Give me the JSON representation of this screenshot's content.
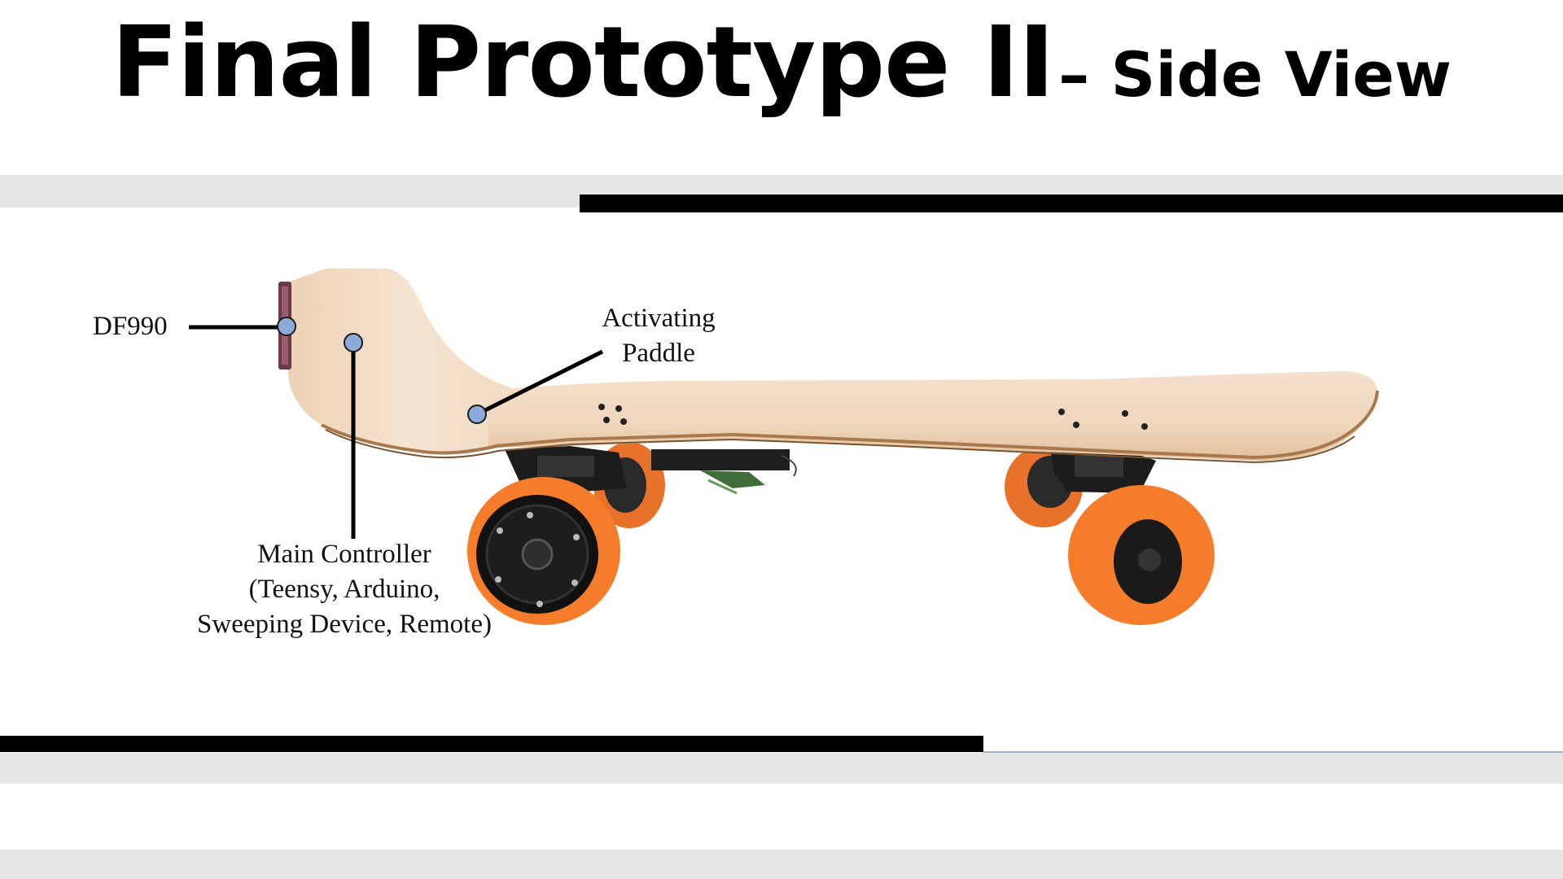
{
  "title": {
    "main": "Final Prototype II",
    "sub": "– Side View"
  },
  "annotations": {
    "df990": "DF990",
    "paddle": [
      "Activating",
      "Paddle"
    ],
    "controller": [
      "Main Controller",
      "(Teensy, Arduino,",
      "Sweeping Device, Remote)"
    ]
  },
  "colors": {
    "deck": "#f0d8bf",
    "wheel": "#f57c2a",
    "marker": "#8eaadb",
    "band": "#e6e6e6"
  }
}
